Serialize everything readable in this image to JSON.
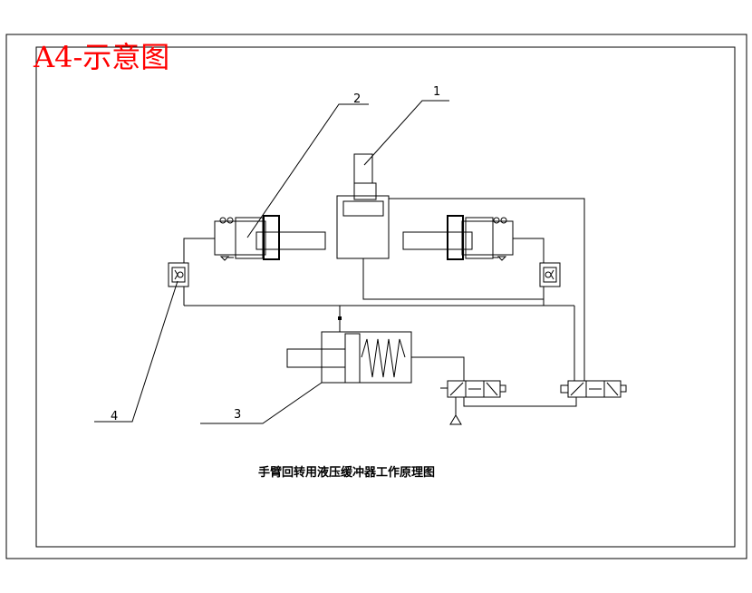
{
  "sheet": {
    "title": "A4-示意图",
    "caption": "手臂回转用液压缓冲器工作原理图"
  },
  "labels": {
    "part1": "1",
    "part2": "2",
    "part3": "3",
    "part4": "4"
  },
  "colors": {
    "title": "#ff0000",
    "lines": "#000000",
    "background": "#ffffff"
  }
}
